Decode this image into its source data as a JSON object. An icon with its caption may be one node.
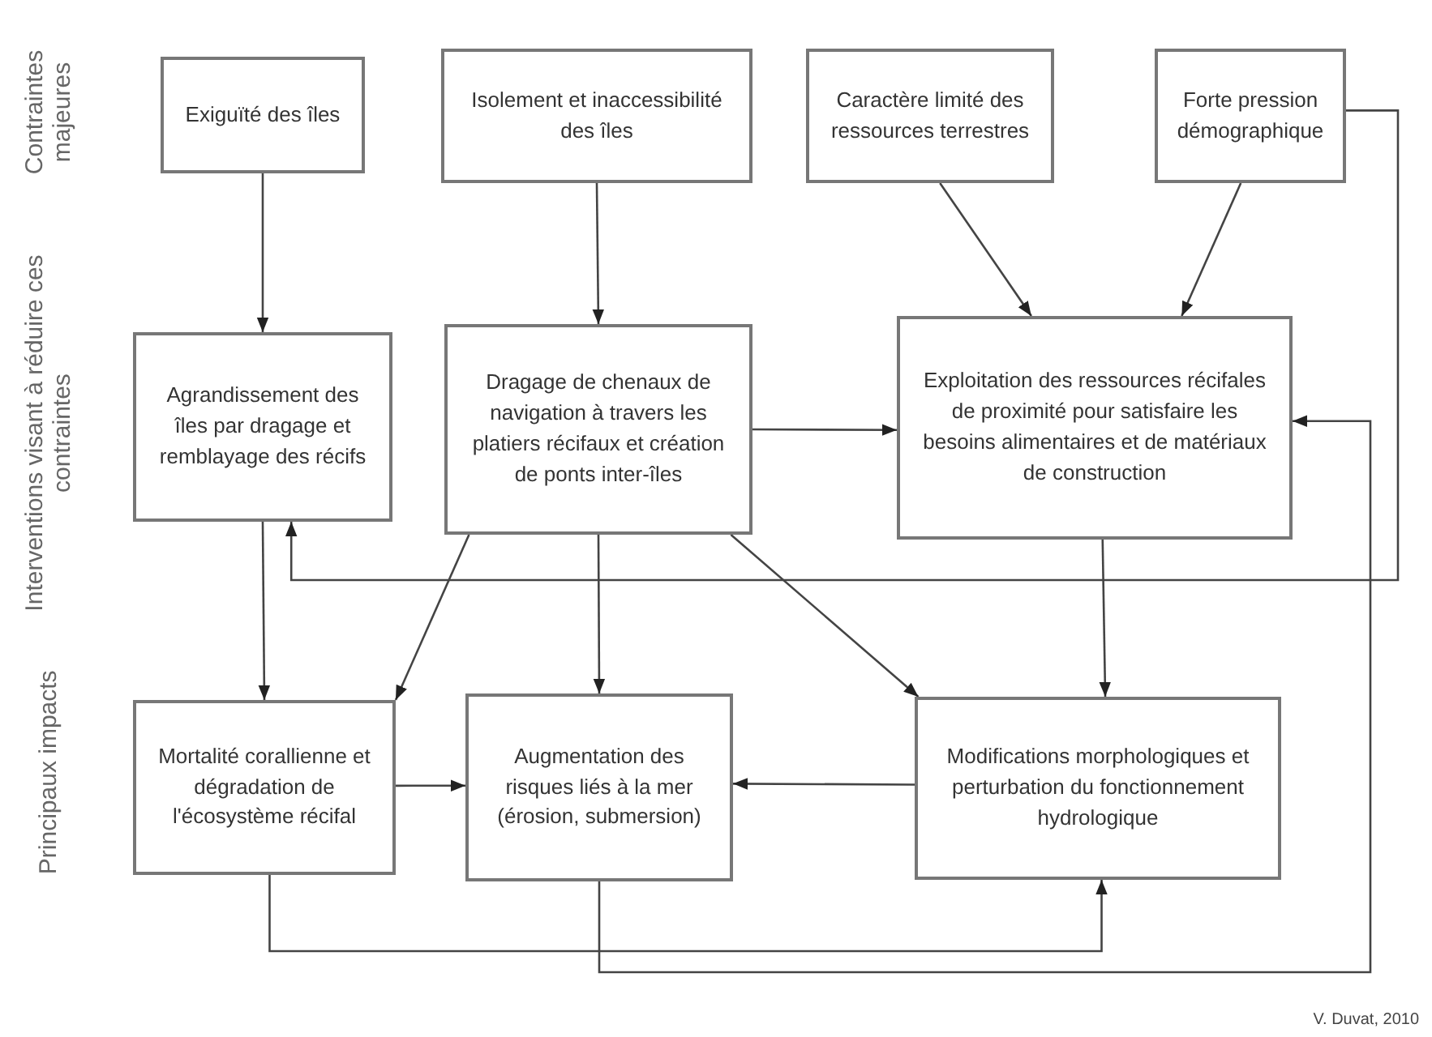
{
  "diagram": {
    "nodes": [
      {
        "text": [
          "Exiguïté des îles"
        ]
      },
      {
        "text": [
          "Isolement et inaccessibilité des îles"
        ]
      },
      {
        "text": [
          "Caractère limité des ressources terrestres"
        ]
      },
      {
        "text": [
          "Forte pression démographique"
        ]
      },
      {
        "text": [
          "Agrandissement des îles par dragage et remblayage des récifs"
        ]
      },
      {
        "text": [
          "Dragage de chenaux de navigation à travers les platiers récifaux et création de ponts inter-îles"
        ]
      },
      {
        "text": [
          "Exploitation des ressources récifales de proximité pour satisfaire les besoins alimentaires et de matériaux de construction"
        ]
      },
      {
        "text": [
          "Mortalité corallienne et dégradation de l'écosystème récifal"
        ]
      },
      {
        "text": [
          "Augmentation des risques liés à la mer (érosion, submersion)"
        ]
      },
      {
        "text": [
          "Modifications morphologiques et perturbation du fonctionnement hydrologique"
        ]
      }
    ],
    "edges": [
      {
        "from": 0,
        "to": 4,
        "arrow": "to"
      },
      {
        "from": 1,
        "to": 5,
        "arrow": "to"
      },
      {
        "from": 2,
        "to": 6,
        "arrow": "to"
      },
      {
        "from": 3,
        "to": 6,
        "arrow": "to"
      },
      {
        "from": 3,
        "to": 4,
        "arrow": "to"
      },
      {
        "from": 5,
        "to": 6,
        "arrow": "to"
      },
      {
        "from": 4,
        "to": 7,
        "arrow": "to"
      },
      {
        "from": 5,
        "to": 7,
        "arrow": "to"
      },
      {
        "from": 5,
        "to": 8,
        "arrow": "to"
      },
      {
        "from": 5,
        "to": 9,
        "arrow": "to"
      },
      {
        "from": 6,
        "to": 9,
        "arrow": "to"
      },
      {
        "from": 7,
        "to": 8,
        "arrow": "to"
      },
      {
        "from": 9,
        "to": 8,
        "arrow": "to"
      },
      {
        "from": 7,
        "to": 9,
        "arrow": "to"
      },
      {
        "from": 8,
        "to": 6,
        "arrow": "to"
      }
    ],
    "labels": [
      "Contraintes majeures",
      "Interventions visant à réduire ces contraintes",
      "Principaux impacts",
      "V. Duvat, 2010"
    ]
  }
}
